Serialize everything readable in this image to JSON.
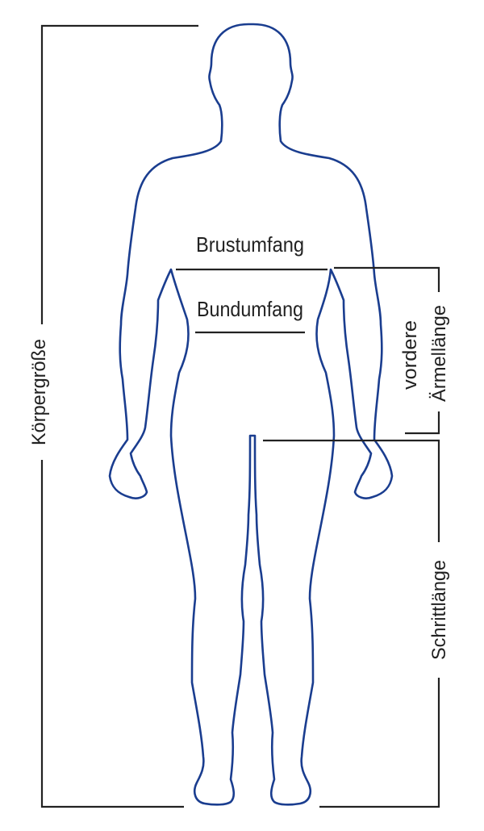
{
  "diagram": {
    "labels": {
      "chest": "Brustumfang",
      "waist": "Bundumfang",
      "body_height": "Körpergröße",
      "sleeve_line1": "vordere",
      "sleeve_line2": "Ärmellänge",
      "inseam": "Schrittlänge"
    },
    "colors": {
      "body_outline": "#1a3d8f",
      "measure_lines": "#222222",
      "background": "#ffffff"
    }
  }
}
